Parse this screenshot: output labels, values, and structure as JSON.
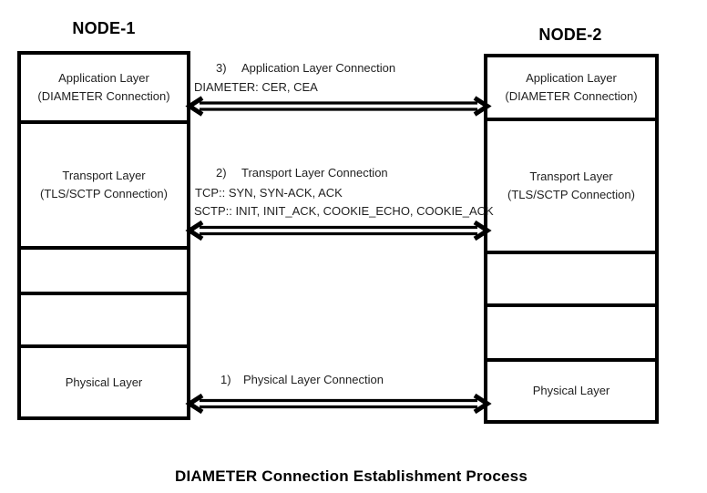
{
  "title": "DIAMETER Connection Establishment Process",
  "node1": {
    "label": "NODE-1",
    "layers": [
      {
        "lines": [
          "Application Layer",
          "(DIAMETER Connection)"
        ]
      },
      {
        "lines": [
          "Transport Layer",
          "(TLS/SCTP Connection)"
        ]
      },
      {
        "lines": []
      },
      {
        "lines": []
      },
      {
        "lines": [
          "Physical Layer"
        ]
      }
    ]
  },
  "node2": {
    "label": "NODE-2",
    "layers": [
      {
        "lines": [
          "Application Layer",
          "(DIAMETER Connection)"
        ]
      },
      {
        "lines": [
          "Transport Layer",
          "(TLS/SCTP Connection)"
        ]
      },
      {
        "lines": []
      },
      {
        "lines": []
      },
      {
        "lines": [
          "Physical Layer"
        ]
      }
    ]
  },
  "connections": [
    {
      "num": "3)",
      "title": "Application Layer Connection",
      "details": [
        "DIAMETER: CER, CEA"
      ]
    },
    {
      "num": "2)",
      "title": "Transport Layer Connection",
      "details": [
        "TCP:: SYN, SYN-ACK, ACK",
        "SCTP:: INIT, INIT_ACK, COOKIE_ECHO, COOKIE_ACK"
      ]
    },
    {
      "num": "1)",
      "title": "Physical Layer Connection",
      "details": []
    }
  ],
  "colors": {
    "line": "#000000",
    "text": "#1f1f1f",
    "background": "#ffffff"
  }
}
